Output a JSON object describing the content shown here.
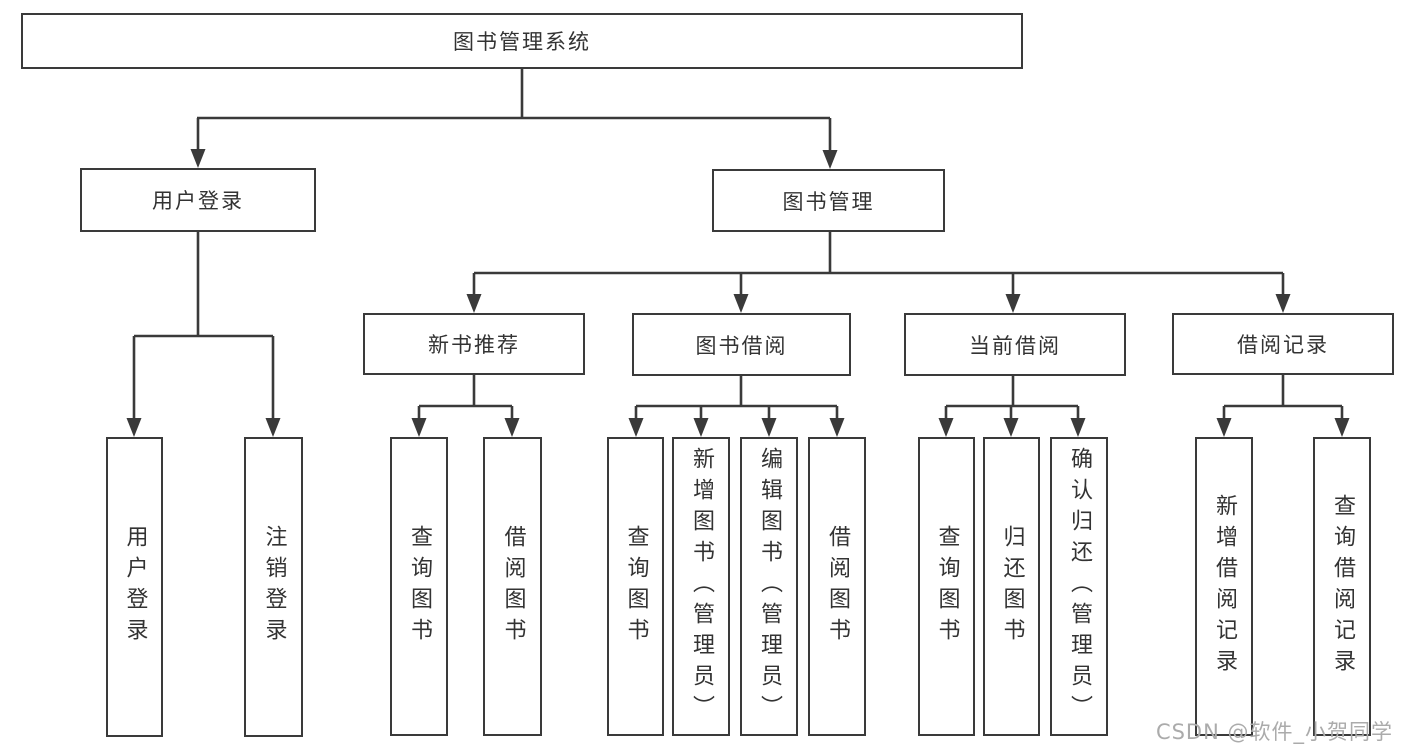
{
  "colors": {
    "line": "#3a3a3a",
    "text": "#333333",
    "watermark": "#ababab",
    "bg": "#ffffff"
  },
  "tree": {
    "root": {
      "label": "图书管理系统"
    },
    "branches": [
      {
        "label": "用户登录",
        "children": [
          {
            "label": "用户登录"
          },
          {
            "label": "注销登录"
          }
        ]
      },
      {
        "label": "图书管理",
        "sections": [
          {
            "label": "新书推荐",
            "children": [
              {
                "label": "查询图书"
              },
              {
                "label": "借阅图书"
              }
            ]
          },
          {
            "label": "图书借阅",
            "children": [
              {
                "label": "查询图书"
              },
              {
                "label": "新增图书（管理员）"
              },
              {
                "label": "编辑图书（管理员）"
              },
              {
                "label": "借阅图书"
              }
            ]
          },
          {
            "label": "当前借阅",
            "children": [
              {
                "label": "查询图书"
              },
              {
                "label": "归还图书"
              },
              {
                "label": "确认归还（管理员）"
              }
            ]
          },
          {
            "label": "借阅记录",
            "children": [
              {
                "label": "新增借阅记录"
              },
              {
                "label": "查询借阅记录"
              }
            ]
          }
        ]
      }
    ]
  },
  "watermark": {
    "text": "CSDN @软件_小贺同学"
  }
}
